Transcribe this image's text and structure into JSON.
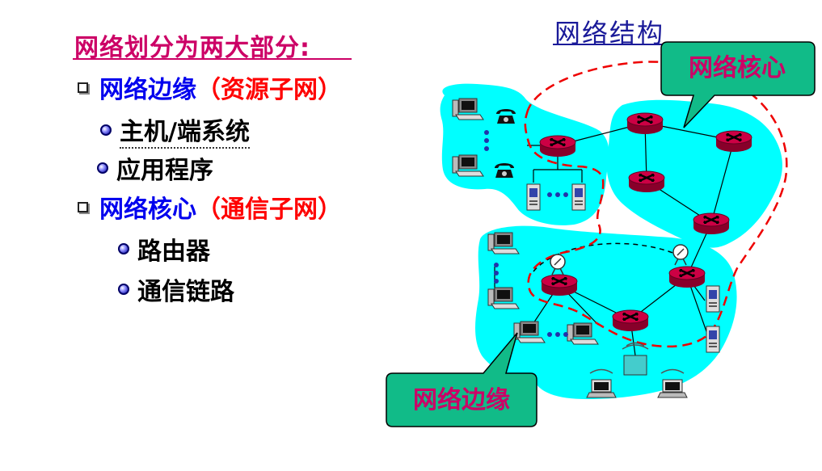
{
  "left_panel": {
    "heading": "网络划分为两大部分:",
    "edge": {
      "label": "网络边缘",
      "open_paren": "（",
      "sub": "资源子网",
      "close_paren": "）"
    },
    "edge_items": [
      "主机/端系统",
      "应用程序"
    ],
    "core": {
      "label": "网络核心",
      "open_paren": "（",
      "sub": "通信子网",
      "close_paren": "）"
    },
    "core_items": [
      "路由器",
      "通信链路"
    ]
  },
  "diagram": {
    "title": "网络结构",
    "callout_core": "网络核心",
    "callout_edge": "网络边缘",
    "colors": {
      "region_fill": "#00ffff",
      "router_fill": "#cc0044",
      "dashed_boundary": "#ee0000",
      "callout_fill": "#11bb88",
      "callout_text": "#cc0066"
    }
  }
}
